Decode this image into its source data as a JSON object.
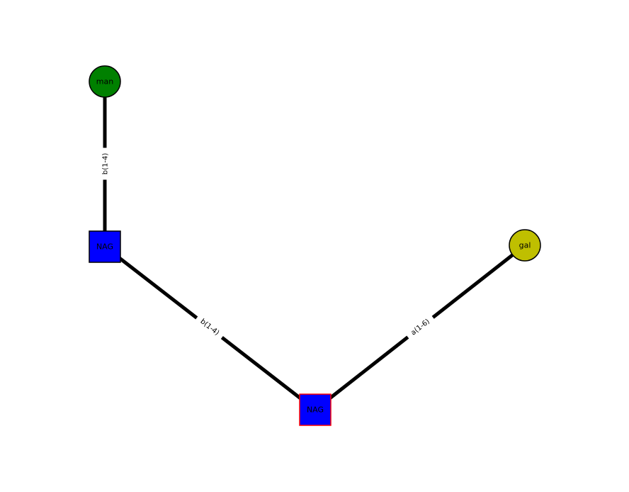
{
  "diagram": {
    "title": "glycan-graph",
    "edge_color": "#000000",
    "background": "#ffffff",
    "nodes": {
      "man": {
        "label": "man",
        "shape": "circle",
        "color": "#008000",
        "border": "#000000"
      },
      "nag1": {
        "label": "NAG",
        "shape": "square",
        "color": "#0000ff",
        "border": "#000000"
      },
      "nag2": {
        "label": "NAG",
        "shape": "square",
        "color": "#0000ff",
        "border": "#ff0000"
      },
      "gal": {
        "label": "gal",
        "shape": "circle",
        "color": "#bfbf00",
        "border": "#000000"
      }
    },
    "edges": {
      "man_nag1": {
        "label": "b(1-4)"
      },
      "nag1_nag2": {
        "label": "b(1-4)"
      },
      "nag2_gal": {
        "label": "a(1-6)"
      }
    }
  }
}
